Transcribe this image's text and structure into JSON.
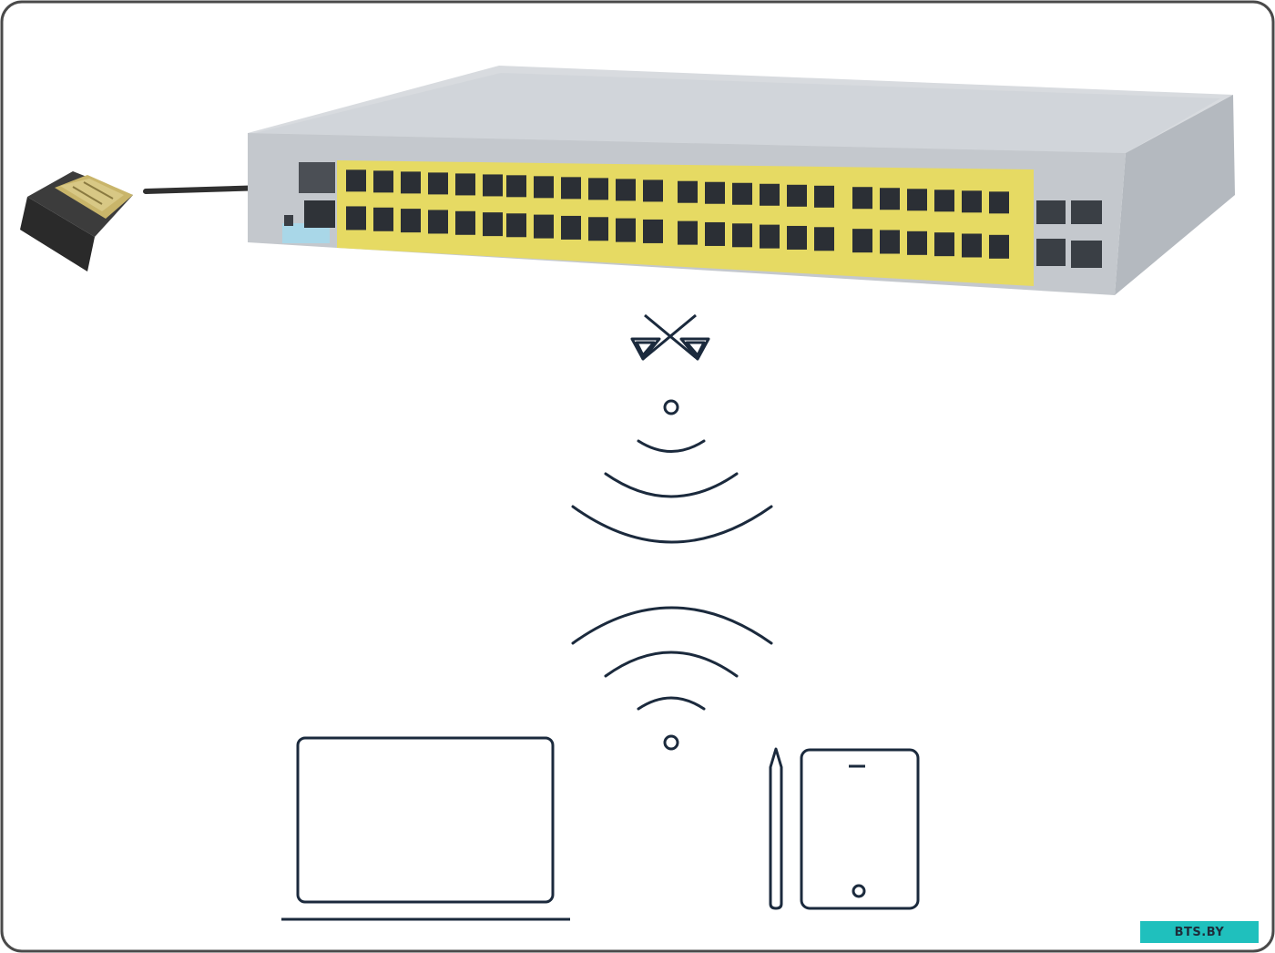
{
  "watermark": {
    "text": "BTS.BY",
    "bg_color": "#1fc0bd",
    "text_color": "#1e2c3a"
  },
  "colors": {
    "line": "#1b2a3d",
    "switch_body": "#c9cdd2",
    "port_band": "#e6da63",
    "arrow": "#303030",
    "dongle_gold": "#c9b56a"
  },
  "icons": [
    "usb-bluetooth-dongle",
    "arrow-right",
    "network-switch",
    "bluetooth-icon",
    "signal-waves-icon",
    "laptop-icon",
    "stylus-icon",
    "tablet-icon"
  ]
}
